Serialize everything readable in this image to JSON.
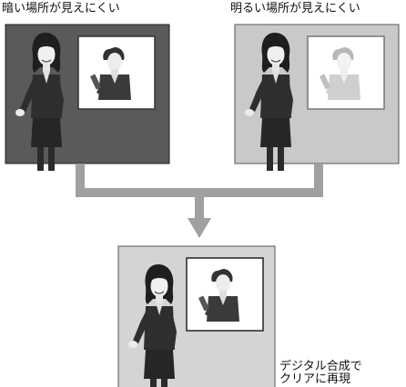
{
  "labels": {
    "dark": "暗い場所が見えにくい",
    "bright": "明るい場所が見えにくい"
  },
  "caption": {
    "line1": "デジタル合成で",
    "line2": "クリアに再現"
  },
  "colors": {
    "dark_panel": "#5a5a5a",
    "bright_panel": "#c9c9c9",
    "result_panel": "#d4d4d4",
    "arrow": "#a0a0a0",
    "suit": "#2e2e2e",
    "skin": "#ececec"
  }
}
